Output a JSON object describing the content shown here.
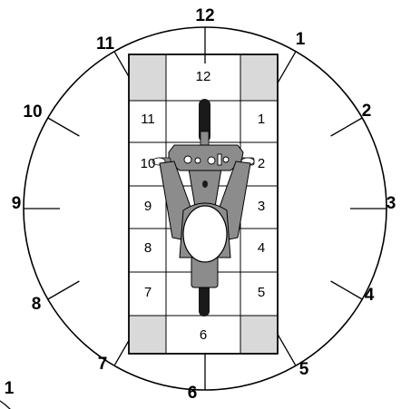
{
  "clock": {
    "positions": [
      "12",
      "1",
      "2",
      "3",
      "4",
      "5",
      "6",
      "7",
      "8",
      "9",
      "10",
      "11"
    ],
    "stray_label": "1"
  },
  "grid": {
    "top_center": "12",
    "bottom_center": "6",
    "left_column": [
      "11",
      "10",
      "9",
      "8",
      "7"
    ],
    "right_column": [
      "1",
      "2",
      "3",
      "4",
      "5"
    ]
  },
  "colors": {
    "line": "#000000",
    "corner_shade": "#d9d9d9",
    "rider_gray": "#8c8c8c",
    "tire_black": "#1a1a1a"
  },
  "icons": {
    "rider": "motorcycle-rider-topdown-icon"
  }
}
